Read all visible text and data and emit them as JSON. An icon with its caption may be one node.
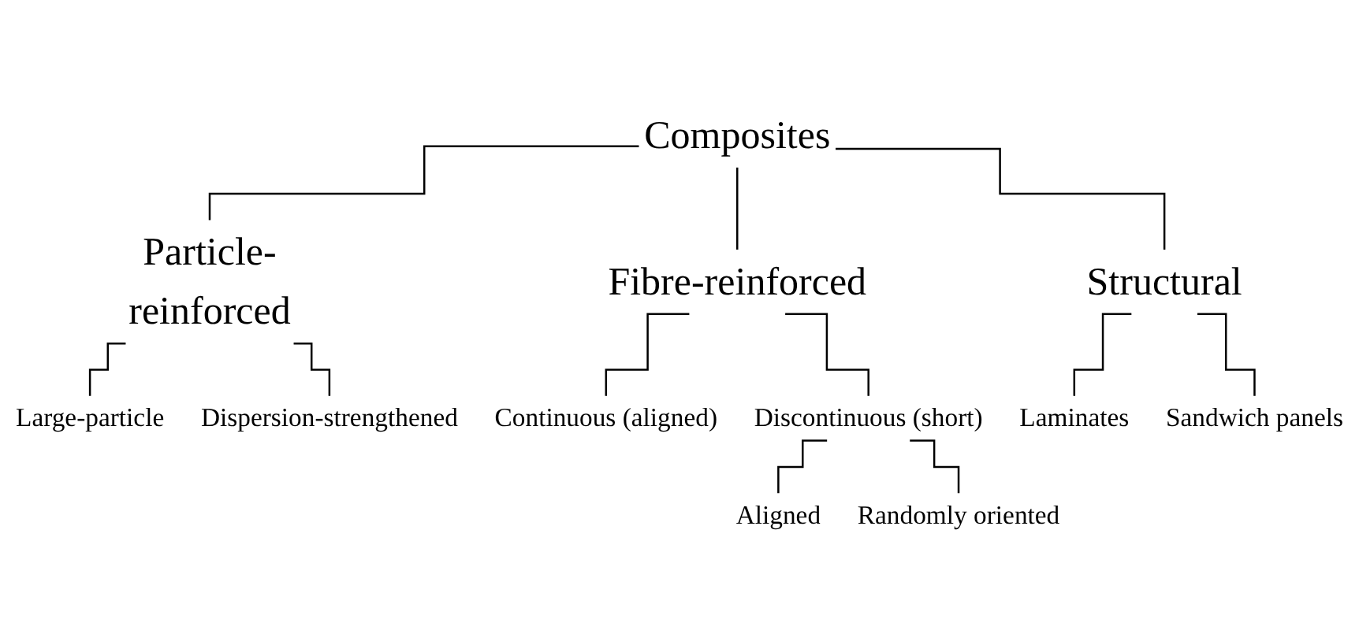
{
  "diagram": {
    "nodes": [
      {
        "text": [
          "Composites"
        ]
      },
      {
        "text": [
          "Particle-reinforced"
        ]
      },
      {
        "text": [
          "Fibre-reinforced"
        ]
      },
      {
        "text": [
          "Structural"
        ]
      },
      {
        "text": [
          "Large-particle"
        ]
      },
      {
        "text": [
          "Dispersion-strengthened"
        ]
      },
      {
        "text": [
          "Continuous (aligned)"
        ]
      },
      {
        "text": [
          "Discontinuous (short)"
        ]
      },
      {
        "text": [
          "Laminates"
        ]
      },
      {
        "text": [
          "Sandwich panels"
        ]
      },
      {
        "text": [
          "Aligned"
        ]
      },
      {
        "text": [
          "Randomly oriented"
        ]
      }
    ],
    "edges": [
      {
        "from": 0,
        "to": 1,
        "arrow": "none"
      },
      {
        "from": 0,
        "to": 2,
        "arrow": "none"
      },
      {
        "from": 0,
        "to": 3,
        "arrow": "none"
      },
      {
        "from": 1,
        "to": 4,
        "arrow": "none"
      },
      {
        "from": 1,
        "to": 5,
        "arrow": "none"
      },
      {
        "from": 2,
        "to": 6,
        "arrow": "none"
      },
      {
        "from": 2,
        "to": 7,
        "arrow": "none"
      },
      {
        "from": 3,
        "to": 8,
        "arrow": "none"
      },
      {
        "from": 3,
        "to": 9,
        "arrow": "none"
      },
      {
        "from": 7,
        "to": 10,
        "arrow": "none"
      },
      {
        "from": 7,
        "to": 11,
        "arrow": "none"
      }
    ]
  }
}
